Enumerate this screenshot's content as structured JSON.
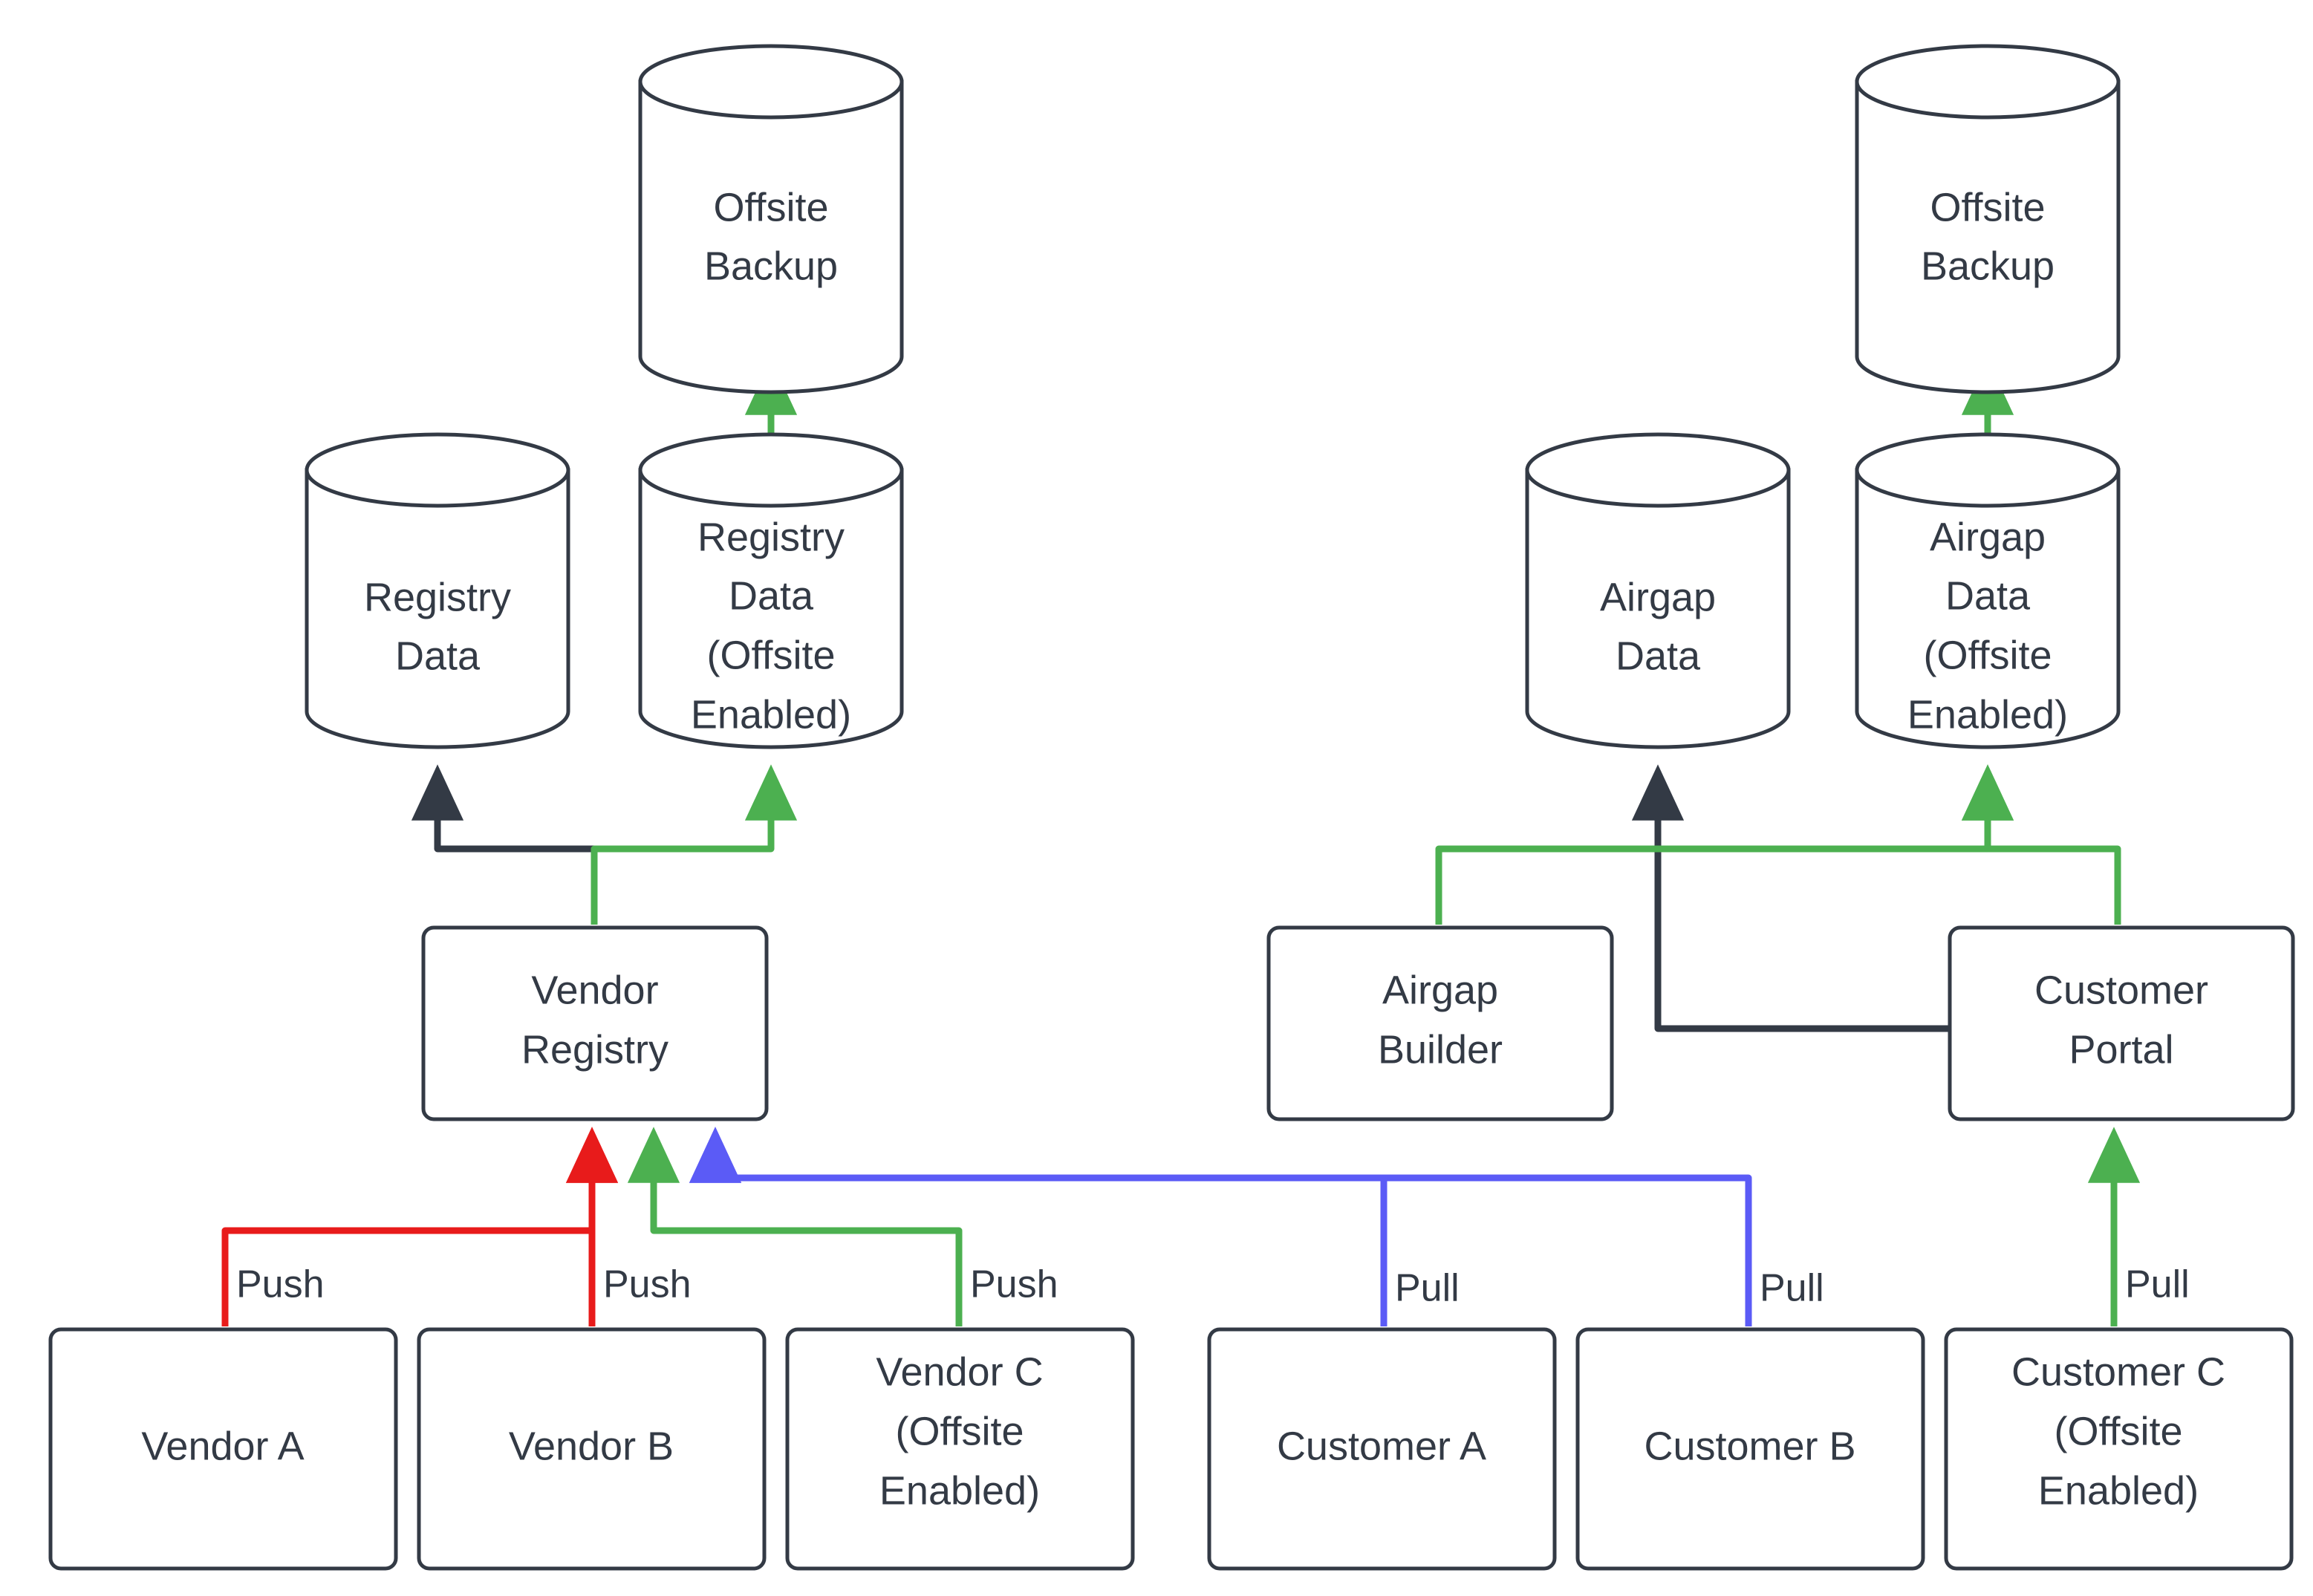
{
  "diagram": {
    "type": "flowchart",
    "background": "#ffffff",
    "node_stroke": "#333a45",
    "node_fill": "#ffffff",
    "text_color": "#333a45",
    "edge_colors": {
      "default": "#333a45",
      "offsite": "#4cb050",
      "push": "#e81b1b",
      "pull": "#5b5bf6"
    },
    "nodes": {
      "offsite_backup_left": {
        "label": "Offsite\nBackup",
        "shape": "cylinder"
      },
      "offsite_backup_right": {
        "label": "Offsite\nBackup",
        "shape": "cylinder"
      },
      "registry_data": {
        "label": "Registry\nData",
        "shape": "cylinder"
      },
      "registry_data_offsite": {
        "label": "Registry\nData\n(Offsite\nEnabled)",
        "shape": "cylinder"
      },
      "airgap_data": {
        "label": "Airgap\nData",
        "shape": "cylinder"
      },
      "airgap_data_offsite": {
        "label": "Airgap\nData\n(Offsite\nEnabled)",
        "shape": "cylinder"
      },
      "vendor_registry": {
        "label": "Vendor\nRegistry",
        "shape": "rounded-rect"
      },
      "airgap_builder": {
        "label": "Airgap\nBuilder",
        "shape": "rounded-rect"
      },
      "customer_portal": {
        "label": "Customer\nPortal",
        "shape": "rounded-rect"
      },
      "vendor_a": {
        "label": "Vendor A",
        "shape": "rounded-rect"
      },
      "vendor_b": {
        "label": "Vendor B",
        "shape": "rounded-rect"
      },
      "vendor_c": {
        "label": "Vendor C\n(Offsite\nEnabled)",
        "shape": "rounded-rect"
      },
      "customer_a": {
        "label": "Customer A",
        "shape": "rounded-rect"
      },
      "customer_b": {
        "label": "Customer B",
        "shape": "rounded-rect"
      },
      "customer_c": {
        "label": "Customer C\n(Offsite\nEnabled)",
        "shape": "rounded-rect"
      }
    },
    "node_lines": {
      "offsite_backup_left_1": "Offsite",
      "offsite_backup_left_2": "Backup",
      "offsite_backup_right_1": "Offsite",
      "offsite_backup_right_2": "Backup",
      "registry_data_1": "Registry",
      "registry_data_2": "Data",
      "registry_data_offsite_1": "Registry",
      "registry_data_offsite_2": "Data",
      "registry_data_offsite_3": "(Offsite",
      "registry_data_offsite_4": "Enabled)",
      "airgap_data_1": "Airgap",
      "airgap_data_2": "Data",
      "airgap_data_offsite_1": "Airgap",
      "airgap_data_offsite_2": "Data",
      "airgap_data_offsite_3": "(Offsite",
      "airgap_data_offsite_4": "Enabled)",
      "vendor_registry_1": "Vendor",
      "vendor_registry_2": "Registry",
      "airgap_builder_1": "Airgap",
      "airgap_builder_2": "Builder",
      "customer_portal_1": "Customer",
      "customer_portal_2": "Portal",
      "vendor_a_1": "Vendor A",
      "vendor_b_1": "Vendor B",
      "vendor_c_1": "Vendor C",
      "vendor_c_2": "(Offsite",
      "vendor_c_3": "Enabled)",
      "customer_a_1": "Customer A",
      "customer_b_1": "Customer B",
      "customer_c_1": "Customer C",
      "customer_c_2": "(Offsite",
      "customer_c_3": "Enabled)"
    },
    "edge_labels": {
      "vendor_a_push": "Push",
      "vendor_b_push": "Push",
      "vendor_c_push": "Push",
      "customer_a_pull": "Pull",
      "customer_b_pull": "Pull",
      "customer_c_pull": "Pull"
    },
    "edges": [
      {
        "from": "registry_data_offsite",
        "to": "offsite_backup_left",
        "color": "#4cb050",
        "label": ""
      },
      {
        "from": "airgap_data_offsite",
        "to": "offsite_backup_right",
        "color": "#4cb050",
        "label": ""
      },
      {
        "from": "vendor_registry",
        "to": "registry_data",
        "color": "#333a45",
        "label": ""
      },
      {
        "from": "vendor_registry",
        "to": "registry_data_offsite",
        "color": "#4cb050",
        "label": ""
      },
      {
        "from": "customer_portal",
        "to": "airgap_data",
        "color": "#333a45",
        "label": ""
      },
      {
        "from": "airgap_builder",
        "to": "airgap_data_offsite",
        "color": "#4cb050",
        "label": ""
      },
      {
        "from": "customer_portal",
        "to": "airgap_data_offsite",
        "color": "#4cb050",
        "label": ""
      },
      {
        "from": "vendor_a",
        "to": "vendor_registry",
        "color": "#e81b1b",
        "label": "Push"
      },
      {
        "from": "vendor_b",
        "to": "vendor_registry",
        "color": "#e81b1b",
        "label": "Push"
      },
      {
        "from": "vendor_c",
        "to": "vendor_registry",
        "color": "#4cb050",
        "label": "Push"
      },
      {
        "from": "customer_a",
        "to": "vendor_registry",
        "color": "#5b5bf6",
        "label": "Pull"
      },
      {
        "from": "customer_b",
        "to": "vendor_registry",
        "color": "#5b5bf6",
        "label": "Pull"
      },
      {
        "from": "customer_c",
        "to": "customer_portal",
        "color": "#4cb050",
        "label": "Pull"
      }
    ]
  }
}
